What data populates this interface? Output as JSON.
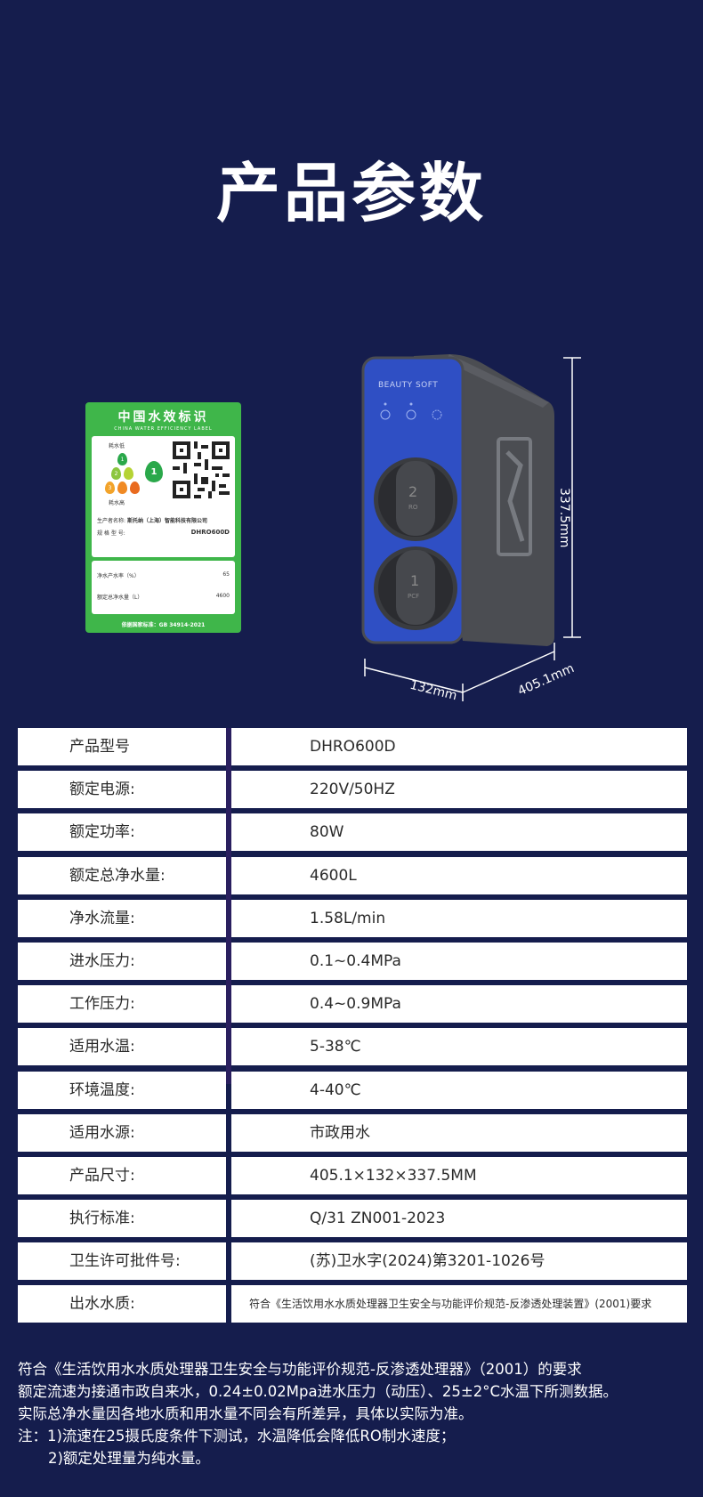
{
  "page": {
    "title": "产品参数"
  },
  "label": {
    "title": "中国水效标识",
    "subtitle": "CHINA WATER EFFICIENCY LABEL",
    "level_high": "耗水低",
    "level_low": "耗水高",
    "grade": "1",
    "manufacturer_label": "生产者名称:",
    "manufacturer_value": "斯托纳（上海）智能科技有限公司",
    "model_label": "规 格 型 号:",
    "model_value": "DHRO600D",
    "rate_label": "净水产水率（%）",
    "rate_value": "65",
    "volume_label": "额定总净水量（L）",
    "volume_value": "4600",
    "footer": "依据国家标准：GB 34914-2021"
  },
  "product": {
    "brand": "BEAUTY SOFT",
    "knob_top_number": "2",
    "knob_top_label": "RO",
    "knob_bottom_number": "1",
    "knob_bottom_label": "PCF",
    "height_dim": "337.5mm",
    "width_dim": "132mm",
    "depth_dim": "405.1mm"
  },
  "specs": [
    {
      "key": "产品型号",
      "value": "DHRO600D"
    },
    {
      "key": "额定电源:",
      "value": "220V/50HZ"
    },
    {
      "key": "额定功率:",
      "value": "80W"
    },
    {
      "key": "额定总净水量:",
      "value": "4600L"
    },
    {
      "key": "净水流量:",
      "value": "1.58L/min"
    },
    {
      "key": "进水压力:",
      "value": "0.1~0.4MPa"
    },
    {
      "key": "工作压力:",
      "value": "0.4~0.9MPa"
    },
    {
      "key": "适用水温:",
      "value": "5-38℃"
    },
    {
      "key": "环境温度:",
      "value": "4-40℃"
    },
    {
      "key": "适用水源:",
      "value": "市政用水"
    },
    {
      "key": "产品尺寸:",
      "value": "405.1×132×337.5MM"
    },
    {
      "key": "执行标准:",
      "value": "Q/31 ZN001-2023"
    },
    {
      "key": "卫生许可批件号:",
      "value": "(苏)卫水字(2024)第3201-1026号"
    },
    {
      "key": "出水水质:",
      "value": "符合《生活饮用水水质处理器卫生安全与功能评价规范-反渗透处理装置》(2001)要求"
    }
  ],
  "notes": [
    "符合《生活饮用水水质处理器卫生安全与功能评价规范-反渗透处理器》（2001）的要求",
    "额定流速为接通市政自来水，0.24±0.02Mpa进水压力（动压）、25±2°C水温下所测数据。",
    "实际总净水量因各地水质和用水量不同会有所差异，具体以实际为准。",
    "注：1)流速在25摄氏度条件下测试，水温降低会降低RO制水速度；",
    "2)额定处理量为纯水量。"
  ],
  "colors": {
    "background": "#151d4d",
    "product_blue": "#2f4fc4",
    "product_gray": "#4b4d52",
    "label_green": "#3fb64a"
  }
}
